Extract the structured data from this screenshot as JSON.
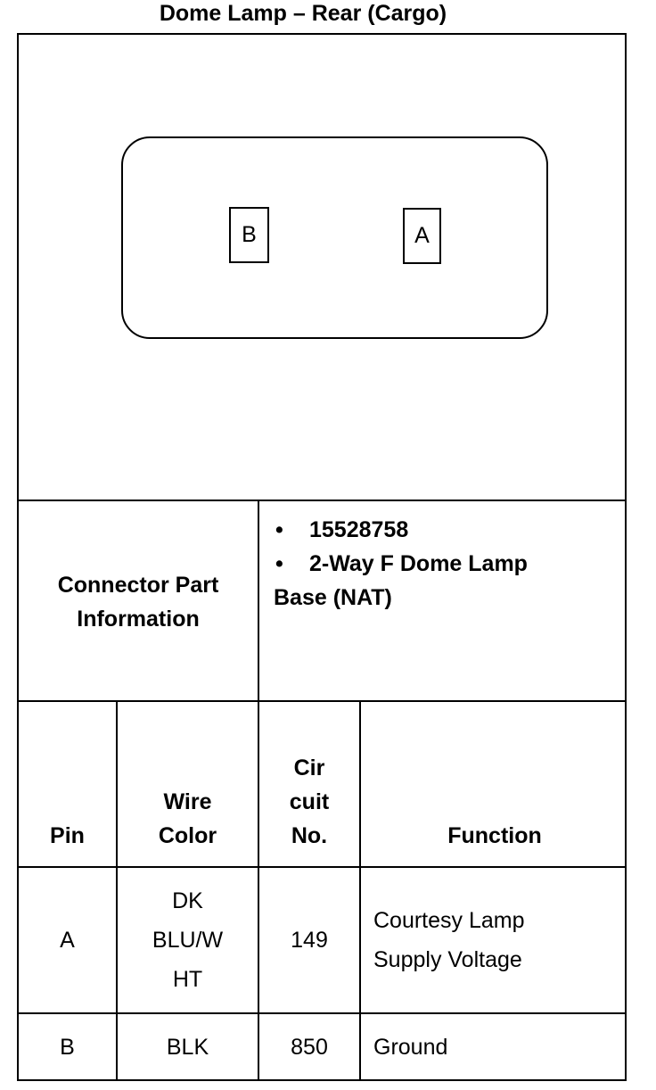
{
  "title": "Dome Lamp – Rear (Cargo)",
  "connector_view": {
    "pins": [
      "B",
      "A"
    ]
  },
  "connector_info": {
    "label_line1": "Connector Part",
    "label_line2": "Information",
    "items": [
      "15528758",
      "2-Way F Dome Lamp"
    ],
    "item2_continuation": "Base (NAT)",
    "bullet": "•"
  },
  "table": {
    "headers": {
      "pin": "Pin",
      "wire_color_1": "Wire",
      "wire_color_2": "Color",
      "circuit_1": "Cir",
      "circuit_2": "cuit",
      "circuit_3": "No.",
      "function": "Function"
    },
    "rows": [
      {
        "pin": "A",
        "wire_color": [
          "DK",
          "BLU/W",
          "HT"
        ],
        "circuit": "149",
        "function": [
          "Courtesy Lamp",
          "Supply Voltage"
        ]
      },
      {
        "pin": "B",
        "wire_color": [
          "BLK"
        ],
        "circuit": "850",
        "function": [
          "Ground"
        ]
      }
    ]
  }
}
